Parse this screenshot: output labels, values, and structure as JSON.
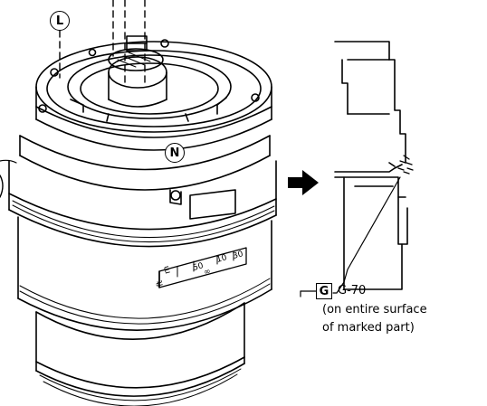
{
  "labels": {
    "callout_L": "L",
    "callout_N": "N",
    "grease_code": "G",
    "grease_name": "G-70",
    "note_line1": "(on entire surface",
    "note_line2": "of marked part)"
  },
  "scale": {
    "ring_text_1": "50",
    "ring_text_2": "10",
    "ring_text_3": "30",
    "ring_text_4": "∞",
    "ring_text_5": "ft",
    "ring_text_6": "m"
  }
}
